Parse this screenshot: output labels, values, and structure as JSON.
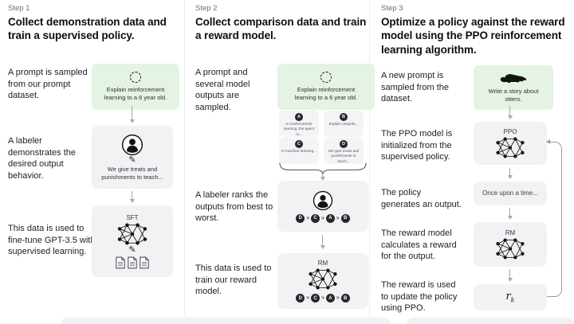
{
  "steps": [
    {
      "label": "Step 1",
      "title": "Collect demonstration data and train a supervised policy.",
      "captions": [
        "A prompt is sampled from our prompt dataset.",
        "A labeler demonstrates the desired output behavior.",
        "This data is used to fine-tune GPT-3.5 with supervised learning."
      ],
      "prompt_text": "Explain reinforcement learning to a 6 year old.",
      "labeler_note": "We give treats and punishments to teach...",
      "model_label": "SFT"
    },
    {
      "label": "Step 2",
      "title": "Collect comparison data and train a reward model.",
      "captions": [
        "A prompt and several model outputs are sampled.",
        "A labeler ranks the outputs from best to worst.",
        "This data is used to train our reward model."
      ],
      "prompt_text": "Explain reinforcement learning to a 6 year old.",
      "outputs": [
        {
          "id": "A",
          "text": "In reinforcement learning, the agent is..."
        },
        {
          "id": "B",
          "text": "Explain rewards..."
        },
        {
          "id": "C",
          "text": "In machine learning..."
        },
        {
          "id": "D",
          "text": "We give treats and punishments to teach..."
        }
      ],
      "ranking": [
        "D",
        "C",
        "A",
        "B"
      ],
      "rank_sep": ">",
      "model_label": "RM"
    },
    {
      "label": "Step 3",
      "title": "Optimize a policy against the reward model using the PPO reinforcement learning algorithm.",
      "captions": [
        "A new prompt is sampled from the dataset.",
        "The PPO model is initialized from the supervised policy.",
        "The policy generates an output.",
        "The reward model calculates a reward for the output.",
        "The reward is used to update the policy using PPO."
      ],
      "prompt_text": "Write a story about otters.",
      "policy_label": "PPO",
      "output_text": "Once upon a time...",
      "reward_model_label": "RM",
      "reward_symbol": "r",
      "reward_subscript": "k"
    }
  ],
  "colors": {
    "prompt_box_bg": "#e4f3e3",
    "node_box_bg": "#f2f2f4",
    "badge_bg": "#26262b",
    "divider": "#ececf0"
  }
}
